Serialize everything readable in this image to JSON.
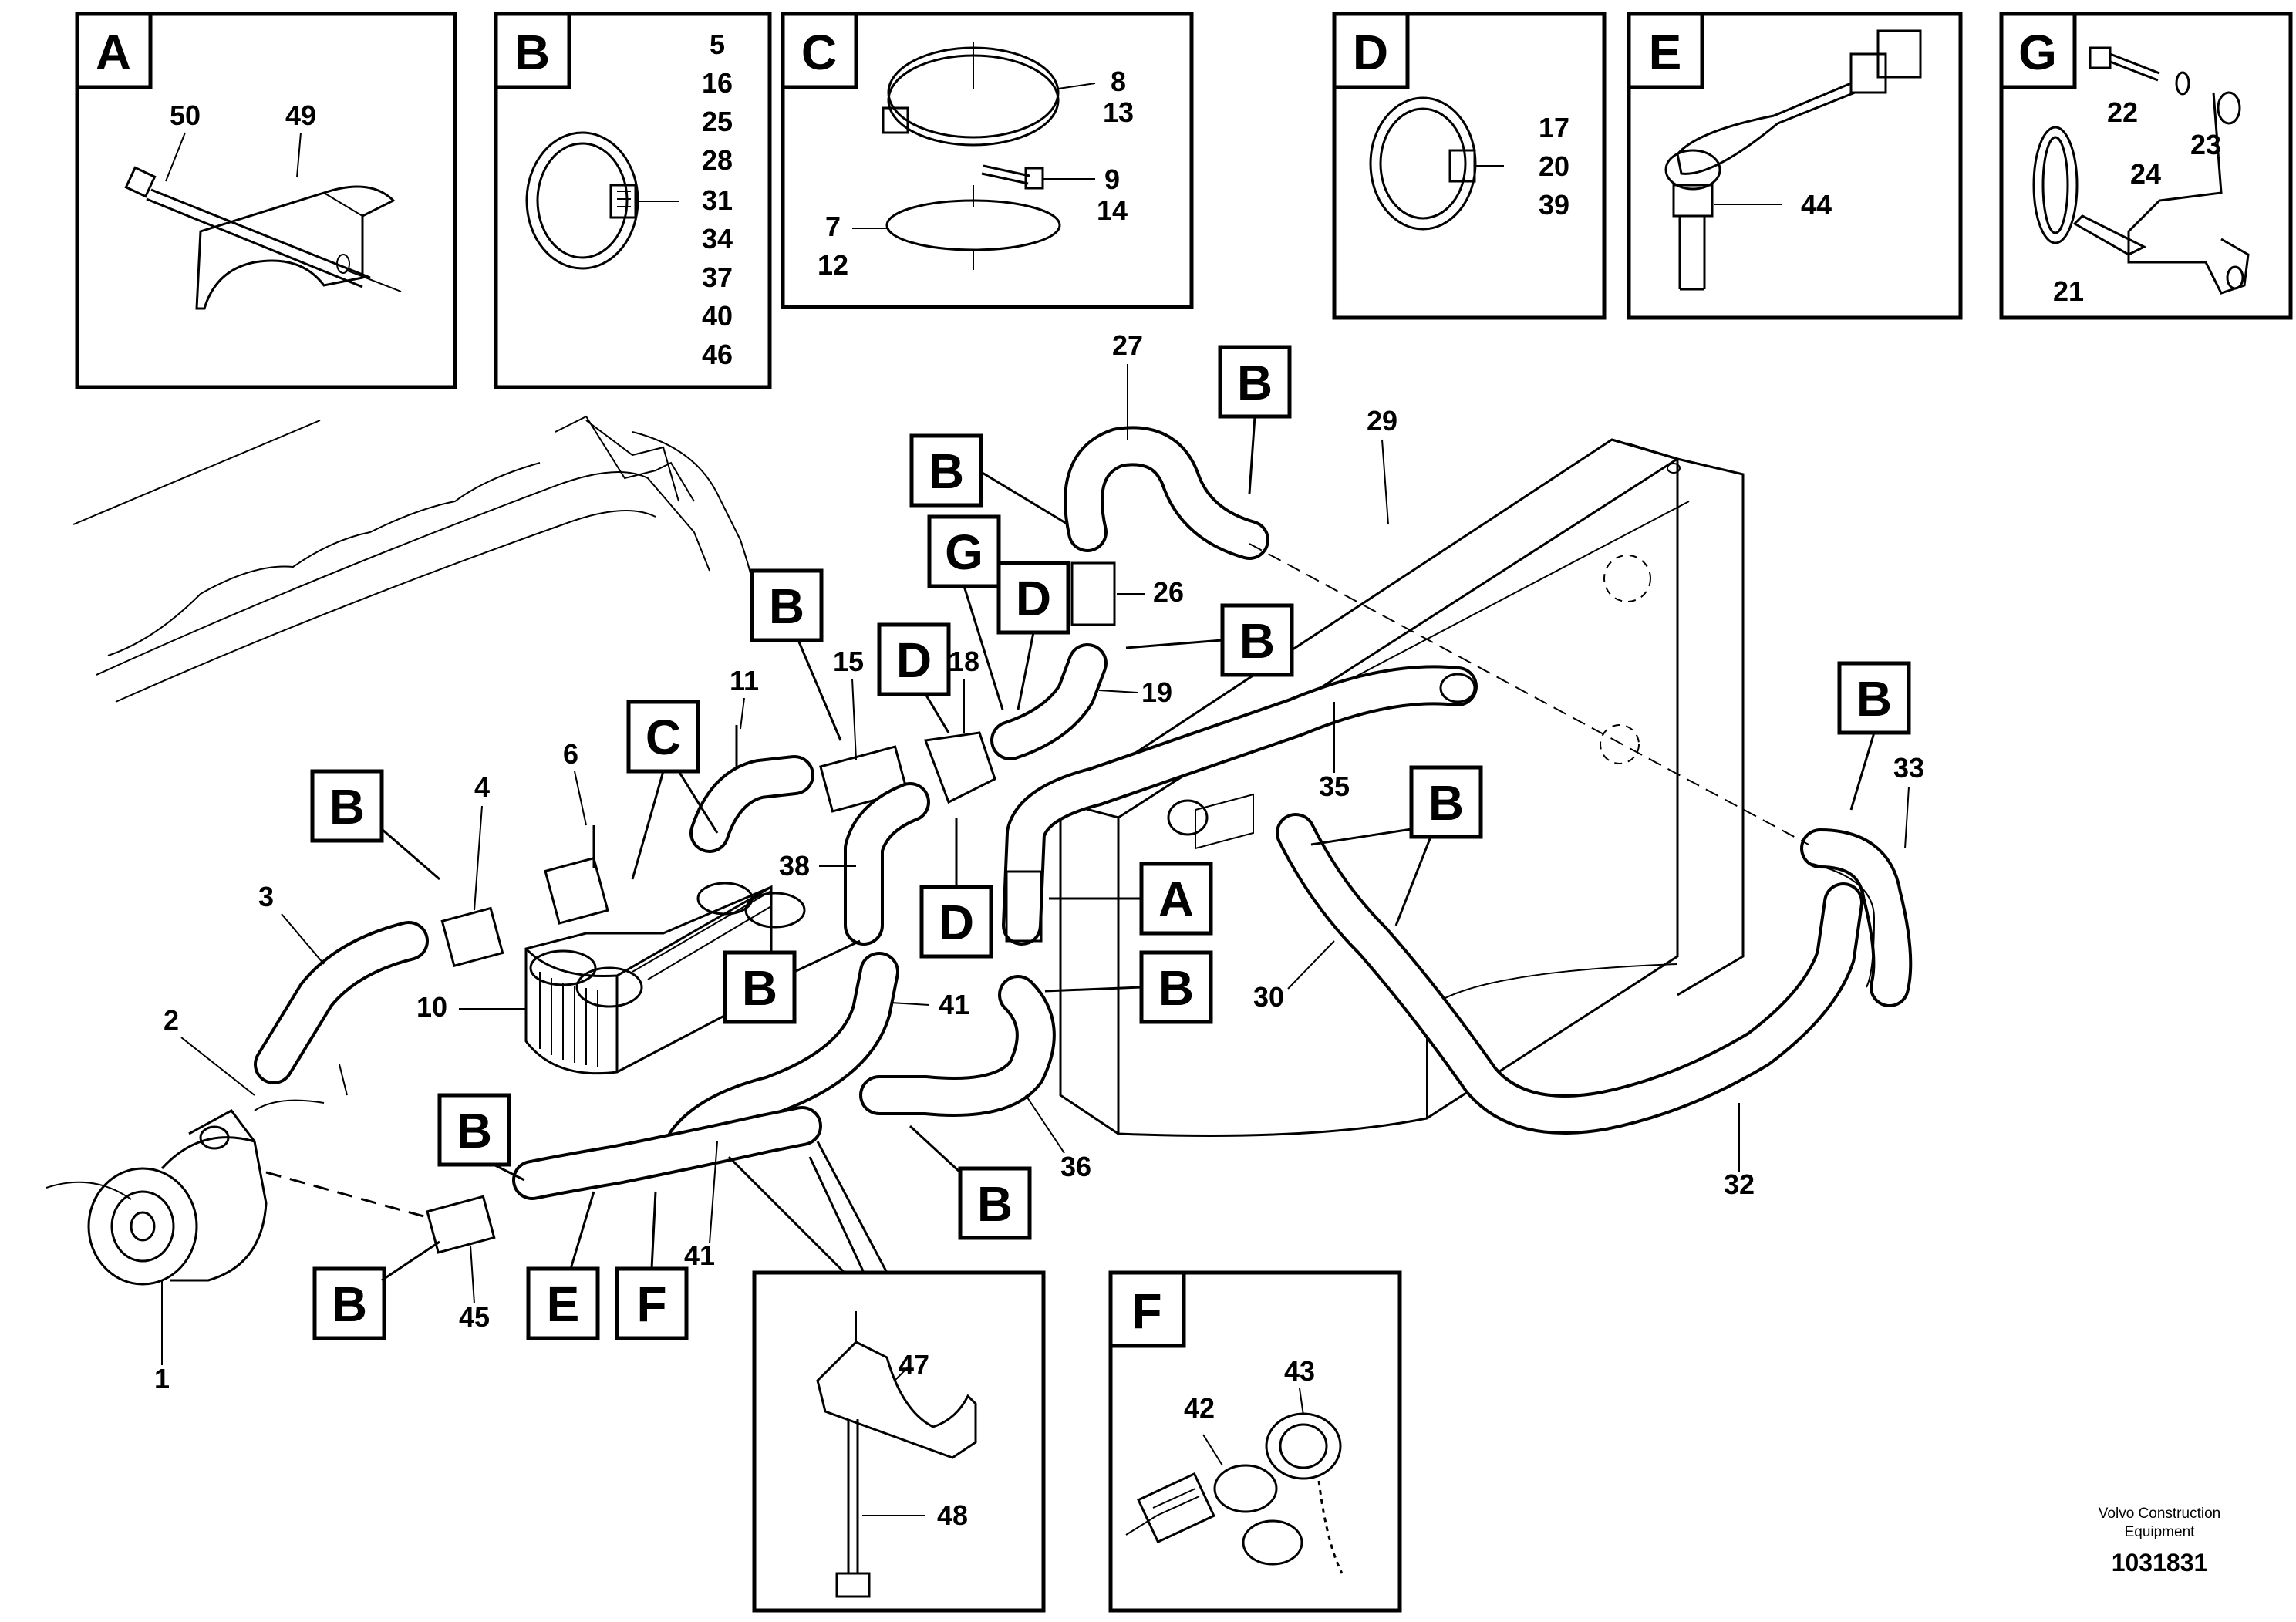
{
  "footer": {
    "company_line1": "Volvo Construction",
    "company_line2": "Equipment",
    "drawing_number": "1031831"
  },
  "insets": {
    "A": {
      "letter": "A",
      "parts": [
        "50",
        "49"
      ]
    },
    "B": {
      "letter": "B",
      "parts": [
        "5",
        "16",
        "25",
        "28",
        "31",
        "34",
        "37",
        "40",
        "46"
      ]
    },
    "C": {
      "letter": "C",
      "parts": [
        "8",
        "13",
        "9",
        "14",
        "7",
        "12"
      ]
    },
    "D": {
      "letter": "D",
      "parts": [
        "17",
        "20",
        "39"
      ]
    },
    "E": {
      "letter": "E",
      "parts": [
        "44"
      ]
    },
    "G": {
      "letter": "G",
      "parts": [
        "22",
        "23",
        "24",
        "21"
      ]
    },
    "bracket": {
      "parts": [
        "47",
        "48"
      ]
    },
    "F": {
      "letter": "F",
      "parts": [
        "42",
        "43"
      ]
    }
  },
  "callout_letters": [
    "B",
    "B",
    "B",
    "G",
    "D",
    "D",
    "B",
    "B",
    "C",
    "B",
    "D",
    "B",
    "B",
    "A",
    "B",
    "B",
    "B",
    "B",
    "E",
    "F"
  ],
  "part_labels": [
    "1",
    "2",
    "3",
    "4",
    "6",
    "10",
    "11",
    "15",
    "18",
    "19",
    "26",
    "27",
    "29",
    "30",
    "32",
    "33",
    "35",
    "36",
    "38",
    "41",
    "41",
    "45"
  ],
  "icons": [
    "clamp-icon",
    "hose-clip-icon",
    "temperature-sensor-icon",
    "cable-tie-icon",
    "coupling-cap-icon",
    "bracket-icon",
    "bolt-icon",
    "compressor-icon",
    "oil-cooler-icon",
    "radiator-icon"
  ]
}
